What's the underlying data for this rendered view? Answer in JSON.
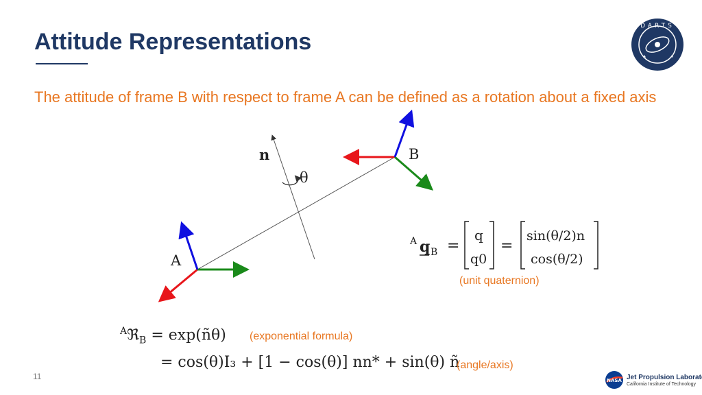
{
  "slide": {
    "title": "Attitude Representations",
    "subtitle": "The attitude of frame B with respect to frame A can be defined as a rotation about a fixed axis",
    "number": "11"
  },
  "logo": {
    "text": "DARTS",
    "colors": {
      "bg": "#1f3864",
      "ring": "#ffffff"
    }
  },
  "diagram": {
    "frame_a_label": "A",
    "frame_b_label": "B",
    "axis_label": "n",
    "angle_label": "θ",
    "colors": {
      "x": "#e8161b",
      "y": "#1a8a1a",
      "z": "#1010e0",
      "line": "#555555"
    }
  },
  "quaternion": {
    "lhs": "q",
    "lhs_pre": "A",
    "lhs_sub": "B",
    "vec_top": "q",
    "vec_bottom": "q0",
    "rhs_top": "sin(θ/2)n",
    "rhs_bottom": "cos(θ/2)",
    "note": "(unit quaternion)"
  },
  "rotation": {
    "lhs_pre": "A",
    "lhs": "ℜ",
    "lhs_sub": "B",
    "line1": "= exp(ñθ)",
    "line1_note": "(exponential formula)",
    "line2": "= cos(θ)I₃ + [1 − cos(θ)] nn* + sin(θ) ñ",
    "line2_note": "(angle/axis)"
  },
  "footer": {
    "org": "Jet Propulsion Laboratory",
    "institute": "California Institute of Technology",
    "agency": "NASA"
  }
}
